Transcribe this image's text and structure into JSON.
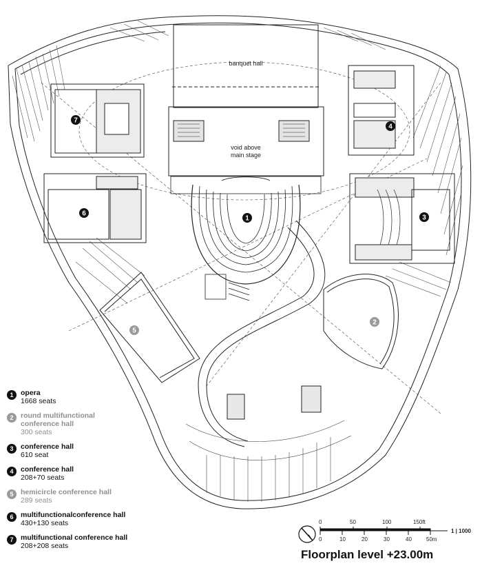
{
  "plan_labels": {
    "banquet": "banquet hall",
    "void_line1": "void above",
    "void_line2": "main stage"
  },
  "markers": [
    "1",
    "2",
    "3",
    "4",
    "5",
    "6",
    "7"
  ],
  "legend": [
    {
      "num": "1",
      "name": "opera",
      "seats": "1668 seats"
    },
    {
      "num": "2",
      "name": "round multifunctional conference hall",
      "seats": "300 seats"
    },
    {
      "num": "3",
      "name": "conference hall",
      "seats": "610 seat"
    },
    {
      "num": "4",
      "name": "conference hall",
      "seats": "208+70 seats"
    },
    {
      "num": "5",
      "name": "hemicircle conference hall",
      "seats": "289 seats"
    },
    {
      "num": "6",
      "name": "multifunctionalconference hall",
      "seats": "430+130 seats"
    },
    {
      "num": "7",
      "name": "multifunctional conference hall",
      "seats": "208+208 seats"
    }
  ],
  "scale": {
    "ft_ticks": [
      "0",
      "50",
      "100",
      "150ft"
    ],
    "m_ticks": [
      "0",
      "10",
      "20",
      "30",
      "40",
      "50m"
    ],
    "ratio": "1 | 1000"
  },
  "title": "Floorplan level +23.00m",
  "colors": {
    "marker_dark": "#111111",
    "marker_grey": "#9a9a9a"
  },
  "icons": [
    "north-arrow-icon"
  ]
}
